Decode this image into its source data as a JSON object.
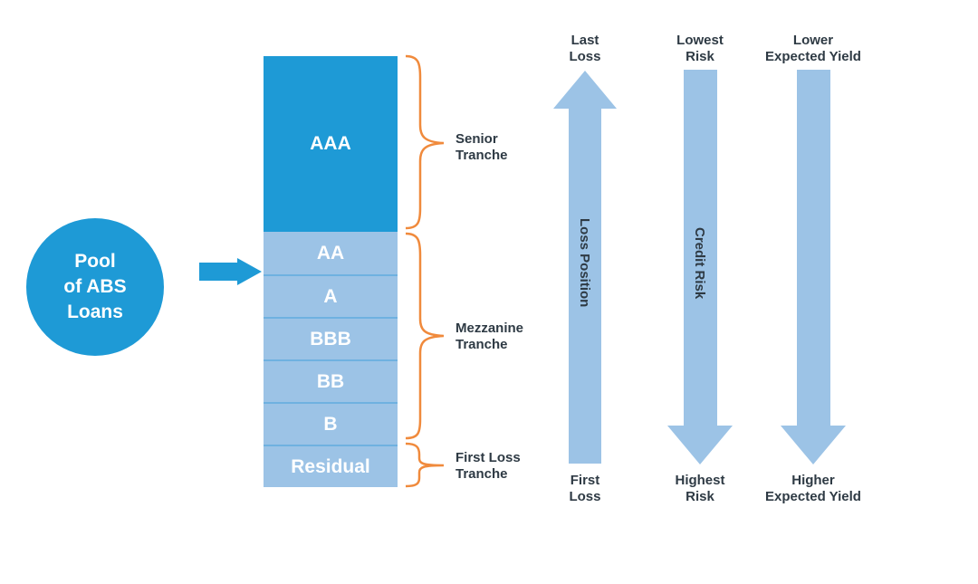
{
  "pool": {
    "label": "Pool\nof ABS\nLoans"
  },
  "tranches": [
    {
      "rating": "AAA"
    },
    {
      "rating": "AA"
    },
    {
      "rating": "A"
    },
    {
      "rating": "BBB"
    },
    {
      "rating": "BB"
    },
    {
      "rating": "B"
    },
    {
      "rating": "Residual"
    }
  ],
  "brackets": [
    {
      "label": "Senior\nTranche"
    },
    {
      "label": "Mezzanine\nTranche"
    },
    {
      "label": "First Loss\nTranche"
    }
  ],
  "axes": [
    {
      "top": "Last\nLoss",
      "bottom": "First\nLoss",
      "title": "Loss Position",
      "direction": "up"
    },
    {
      "top": "Lowest\nRisk",
      "bottom": "Highest\nRisk",
      "title": "Credit Risk",
      "direction": "down"
    },
    {
      "top": "Lower\nExpected Yield",
      "bottom": "Higher\nExpected Yield",
      "title": "",
      "direction": "down"
    }
  ],
  "colors": {
    "senior": "#1e9ad6",
    "subordinate": "#9cc3e6",
    "bracket": "#f08a3c",
    "arrow": "#9cc3e6",
    "text": "#2e3a44"
  }
}
